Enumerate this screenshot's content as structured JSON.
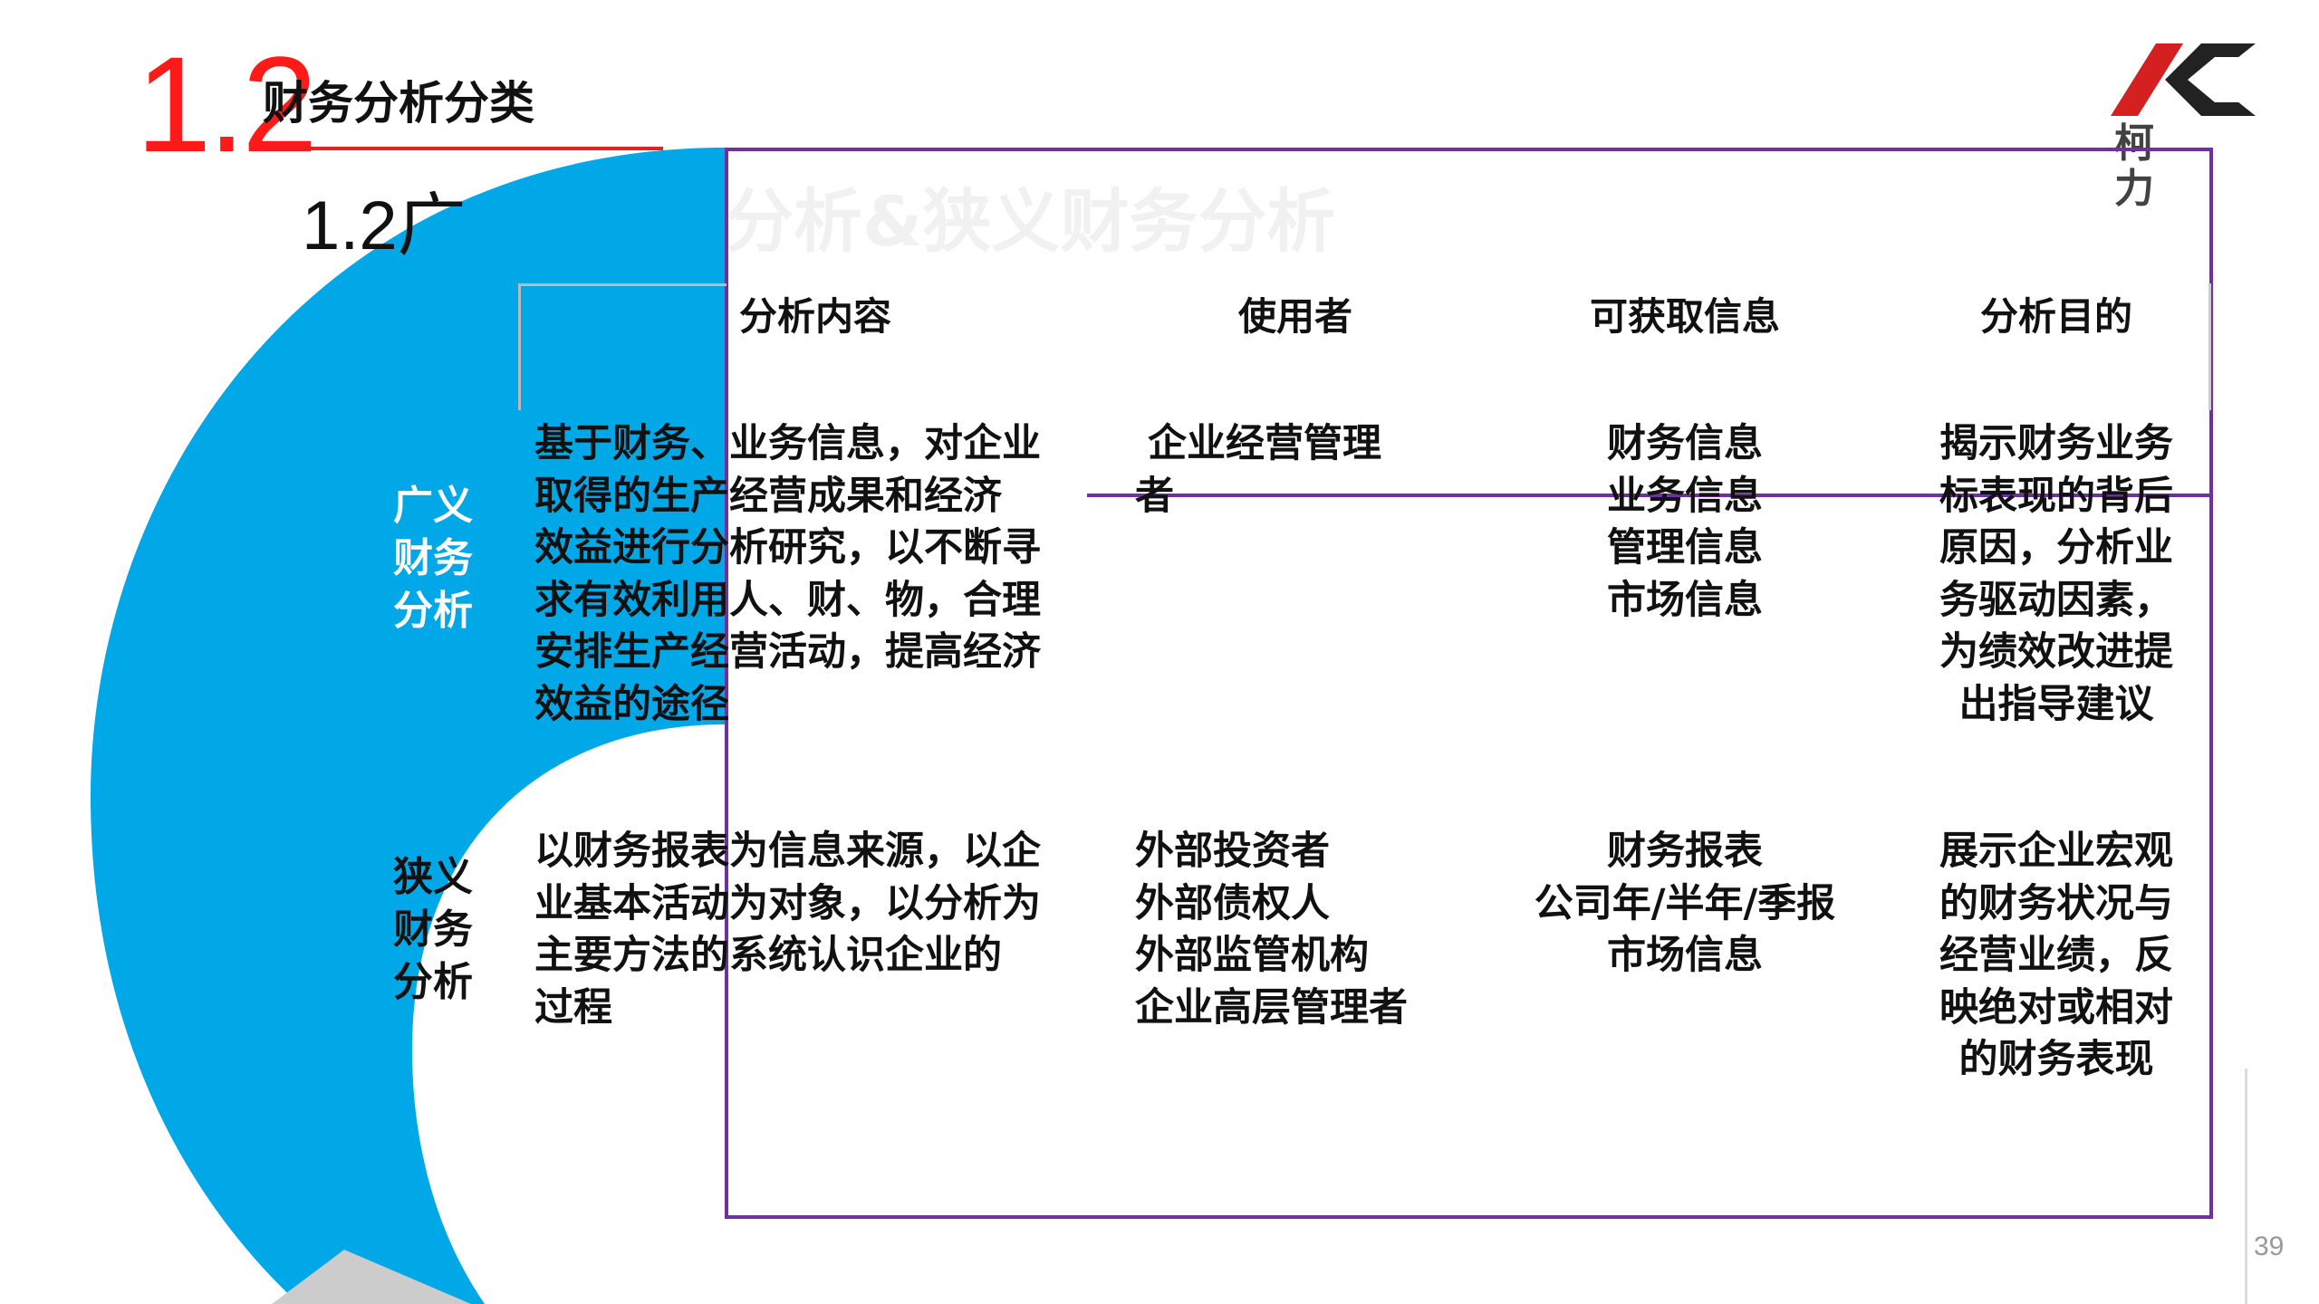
{
  "header": {
    "number": "1.2",
    "title": "财务分析分类",
    "subtitle_visible": "1.2广",
    "subtitle_rest": "分析&狭义财务分析"
  },
  "logo": {
    "text": "柯 力",
    "colors": {
      "red": "#d42020",
      "dark": "#222222"
    }
  },
  "table": {
    "columns": [
      "分析内容",
      "使用者",
      "可获取信息",
      "分析目的"
    ],
    "rows": [
      {
        "label": [
          "广义",
          "财务",
          "分析"
        ],
        "content": [
          "基于财务、业务信息，对企业",
          "取得的生产经营成果和经济",
          "效益进行分析研究，以不断寻",
          "求有效利用人、财、物，合理",
          "安排生产经营活动，提高经济",
          "效益的途径"
        ],
        "users": [
          "企业经营管理",
          "者"
        ],
        "info": [
          "财务信息",
          "业务信息",
          "管理信息",
          "市场信息"
        ],
        "purpose": [
          "揭示财务业务",
          "标表现的背后",
          "原因，分析业",
          "务驱动因素，",
          "为绩效改进提",
          "出指导建议"
        ]
      },
      {
        "label": [
          "狭义",
          "财务",
          "分析"
        ],
        "content": [
          "以财务报表为信息来源，以企",
          "业基本活动为对象，以分析为",
          "主要方法的系统认识企业的",
          "过程"
        ],
        "users": [
          "外部投资者",
          "外部债权人",
          "外部监管机构",
          "企业高层管理者"
        ],
        "info": [
          "财务报表",
          "公司年/半年/季报",
          "市场信息"
        ],
        "purpose": [
          "展示企业宏观",
          "的财务状况与",
          "经营业绩，反",
          "映绝对或相对",
          "的财务表现"
        ]
      }
    ]
  },
  "page_number": "39",
  "colors": {
    "accent_red": "#ff1a1a",
    "blue": "#00a8e8",
    "purple": "#7030a0"
  }
}
